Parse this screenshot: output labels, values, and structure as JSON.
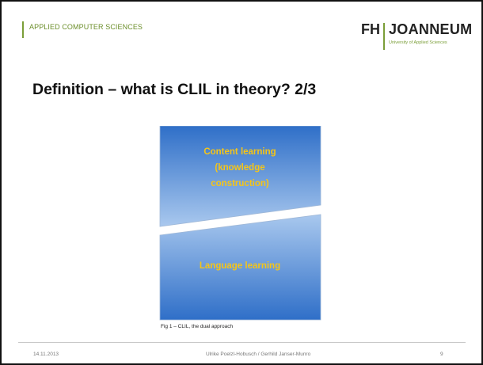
{
  "header": {
    "label": "APPLIED COMPUTER SCIENCES",
    "accent_color": "#7a9e38"
  },
  "logo": {
    "prefix": "FH",
    "name": "JOANNEUM",
    "subtitle": "University of Applied Sciences"
  },
  "slide": {
    "title": "Definition – what is CLIL in theory? 2/3"
  },
  "figure": {
    "top_shape": {
      "lines": [
        "Content learning",
        "(knowledge",
        "construction)"
      ]
    },
    "bottom_shape": {
      "lines": [
        "Language learning"
      ]
    },
    "label_color": "#f5c518",
    "fill_color_dark": "#2f6fc8",
    "fill_color_light": "#a9c8ee",
    "caption": "Fig 1 – CLIL, the dual approach"
  },
  "footer": {
    "date": "14.11.2013",
    "authors": "Ulrike Poelzl-Hobusch / Gerhild Janser-Munro",
    "page": "9"
  }
}
